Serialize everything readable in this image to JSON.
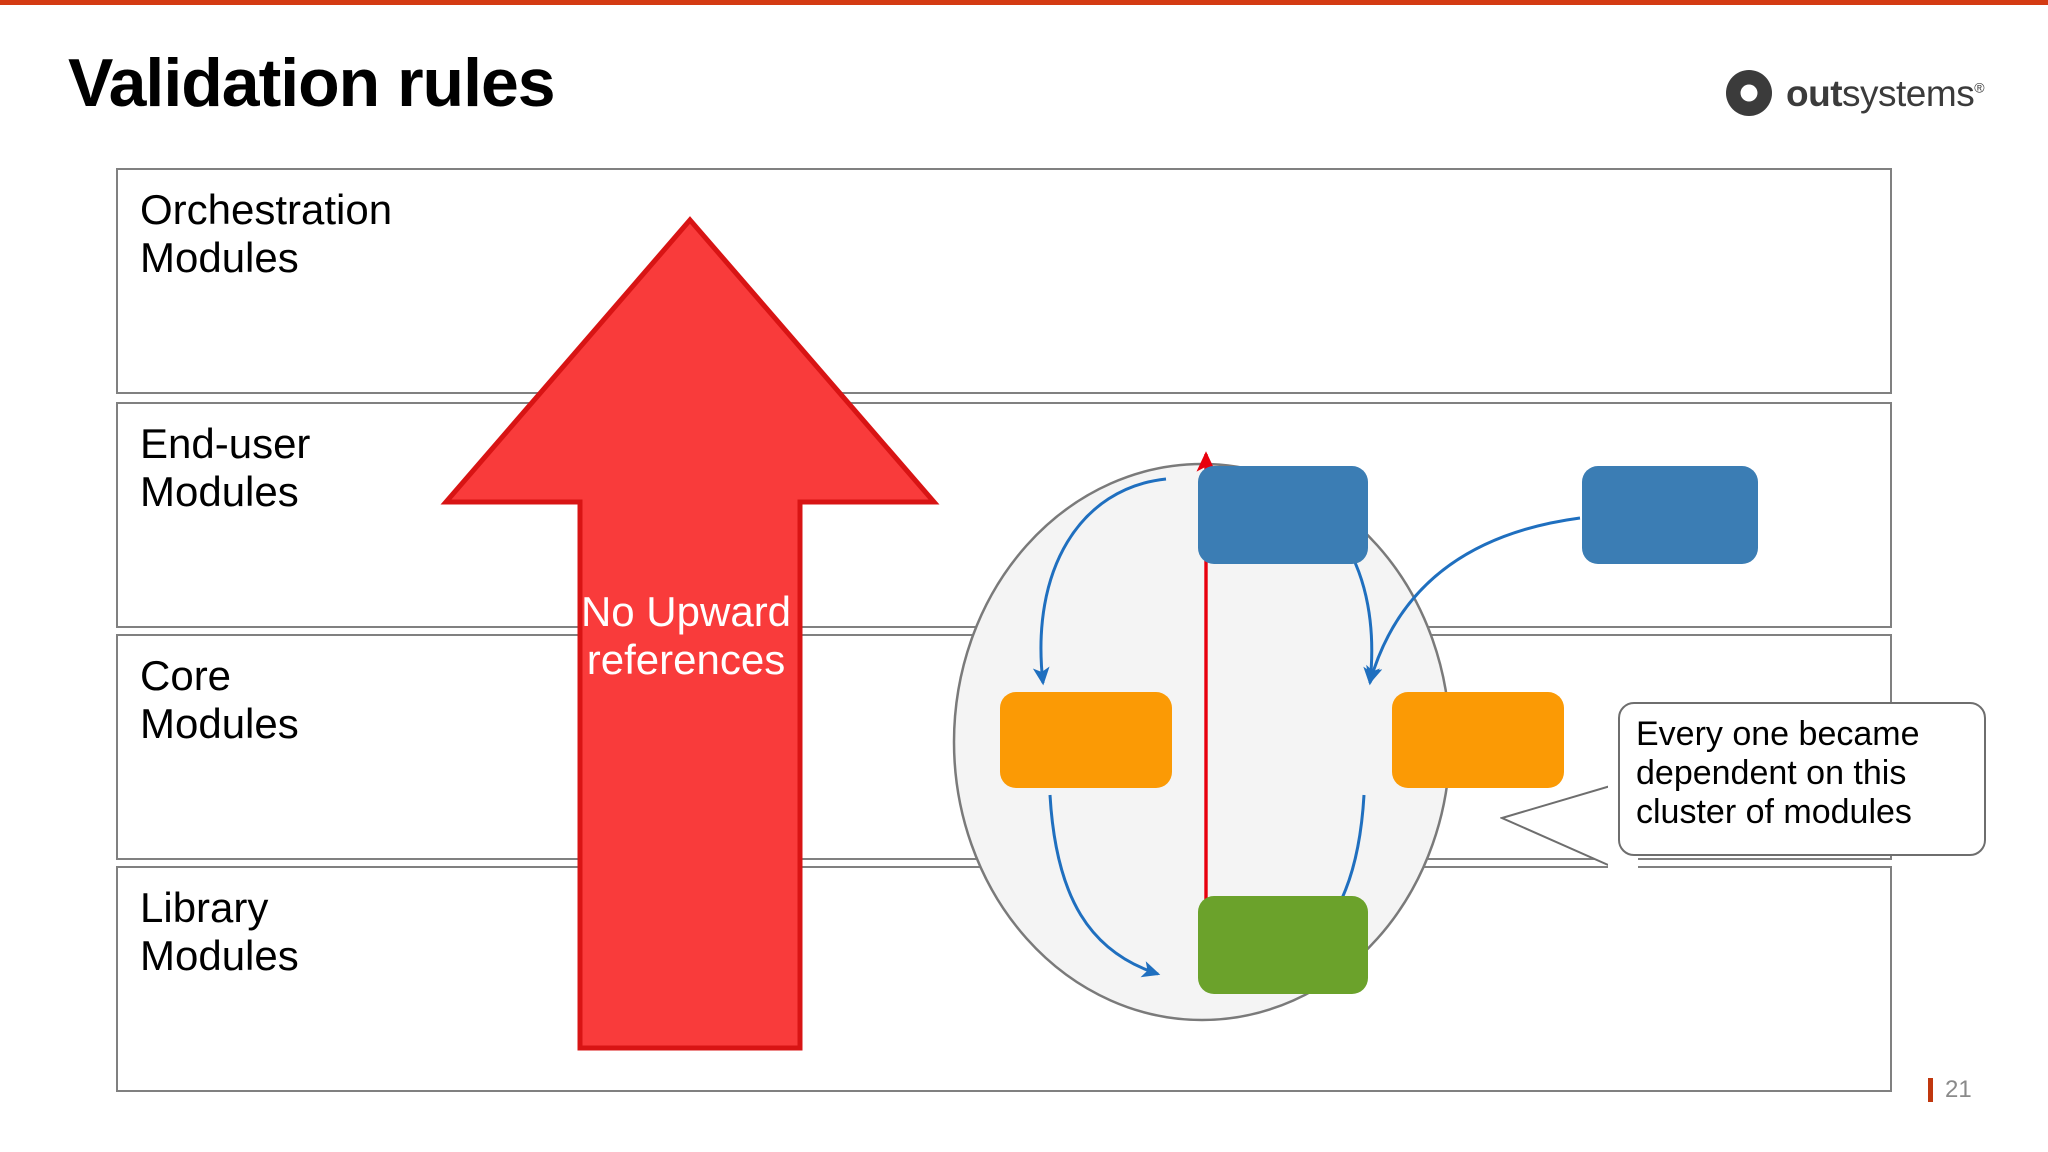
{
  "slide": {
    "title": "Validation rules",
    "page_number": "21",
    "accent_color": "#D43B13"
  },
  "logo": {
    "name": "outsystems-logo",
    "bold_part": "out",
    "regular_part": "systems",
    "registered_mark": "®",
    "color": "#3B3B3B"
  },
  "layers": [
    {
      "label": "Orchestration\nModules",
      "border_color": "#808080"
    },
    {
      "label": "End-user\nModules",
      "border_color": "#808080"
    },
    {
      "label": "Core\nModules",
      "border_color": "#808080"
    },
    {
      "label": "Library\nModules",
      "border_color": "#808080"
    }
  ],
  "arrow": {
    "label": "No Upward\nreferences",
    "fill_color": "#F93B3B",
    "stroke_color": "#D81414",
    "text_color": "#FFFFFF",
    "direction": "up"
  },
  "cluster": {
    "circle_fill": "#F4F4F4",
    "circle_stroke": "#7A7A7A",
    "nodes": [
      {
        "name": "module-top",
        "color": "#3B7DB4",
        "position": "top"
      },
      {
        "name": "module-left",
        "color": "#FB9A05",
        "position": "left"
      },
      {
        "name": "module-right",
        "color": "#FB9A05",
        "position": "right"
      },
      {
        "name": "module-bottom",
        "color": "#6BA22B",
        "position": "bottom"
      },
      {
        "name": "module-outside",
        "color": "#3B7DB4",
        "position": "outside-right"
      }
    ],
    "edges": [
      {
        "from": "module-top",
        "to": "module-left",
        "color": "#1F6FBF",
        "style": "curved"
      },
      {
        "from": "module-top",
        "to": "module-right",
        "color": "#1F6FBF",
        "style": "curved"
      },
      {
        "from": "module-left",
        "to": "module-bottom",
        "color": "#1F6FBF",
        "style": "curved"
      },
      {
        "from": "module-right",
        "to": "module-bottom",
        "color": "#1F6FBF",
        "style": "curved"
      },
      {
        "from": "module-outside",
        "to": "module-right",
        "color": "#1F6FBF",
        "style": "curved"
      },
      {
        "from": "module-bottom",
        "to": "module-top",
        "color": "#E8000D",
        "style": "straight"
      }
    ]
  },
  "callout": {
    "text": "Every one became\ndependent on this\ncluster of modules",
    "border_color": "#6E6E6E",
    "background": "#FFFFFF"
  }
}
